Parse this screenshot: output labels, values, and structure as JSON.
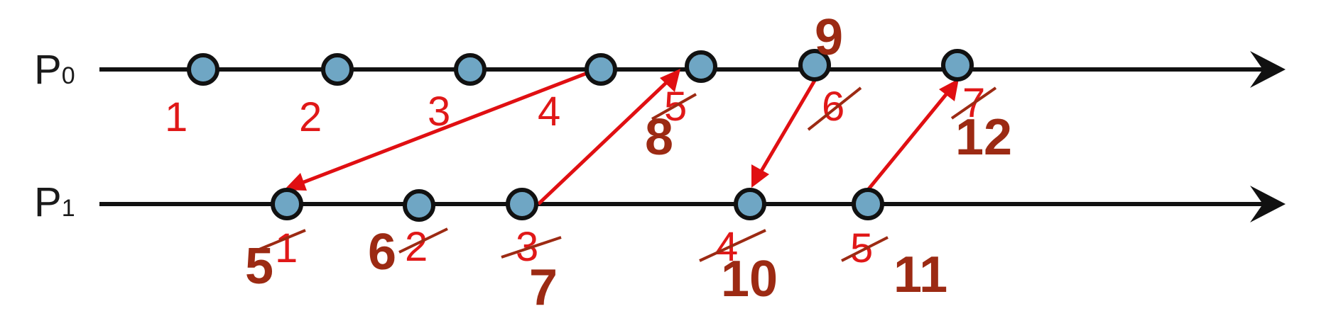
{
  "processes": [
    {
      "name": "P",
      "index": "0",
      "events": [
        {
          "ts": "1"
        },
        {
          "ts": "2"
        },
        {
          "ts": "3"
        },
        {
          "ts": "4"
        },
        {
          "ts": "5",
          "new": "8"
        },
        {
          "ts": "6",
          "new": "9"
        },
        {
          "ts": "7",
          "new": "12"
        }
      ]
    },
    {
      "name": "P",
      "index": "1",
      "events": [
        {
          "ts": "1",
          "new": "5"
        },
        {
          "ts": "2",
          "new": "6"
        },
        {
          "ts": "3",
          "new": "7"
        },
        {
          "ts": "4",
          "new": "10"
        },
        {
          "ts": "5",
          "new": "11"
        }
      ]
    }
  ],
  "messages": [
    {
      "from": "P0 event 4",
      "to": "P1 event 1"
    },
    {
      "from": "P1 event 3",
      "to": "P0 event 5"
    },
    {
      "from": "P0 event 6",
      "to": "P1 event 4"
    },
    {
      "from": "P1 event 5",
      "to": "P0 event 7"
    }
  ],
  "colors": {
    "event_fill": "#6fa6c4",
    "message_arrow": "#e00f12",
    "old_timestamp": "#e01818",
    "corrected_timestamp": "#9c2a13",
    "timeline": "#111111"
  }
}
